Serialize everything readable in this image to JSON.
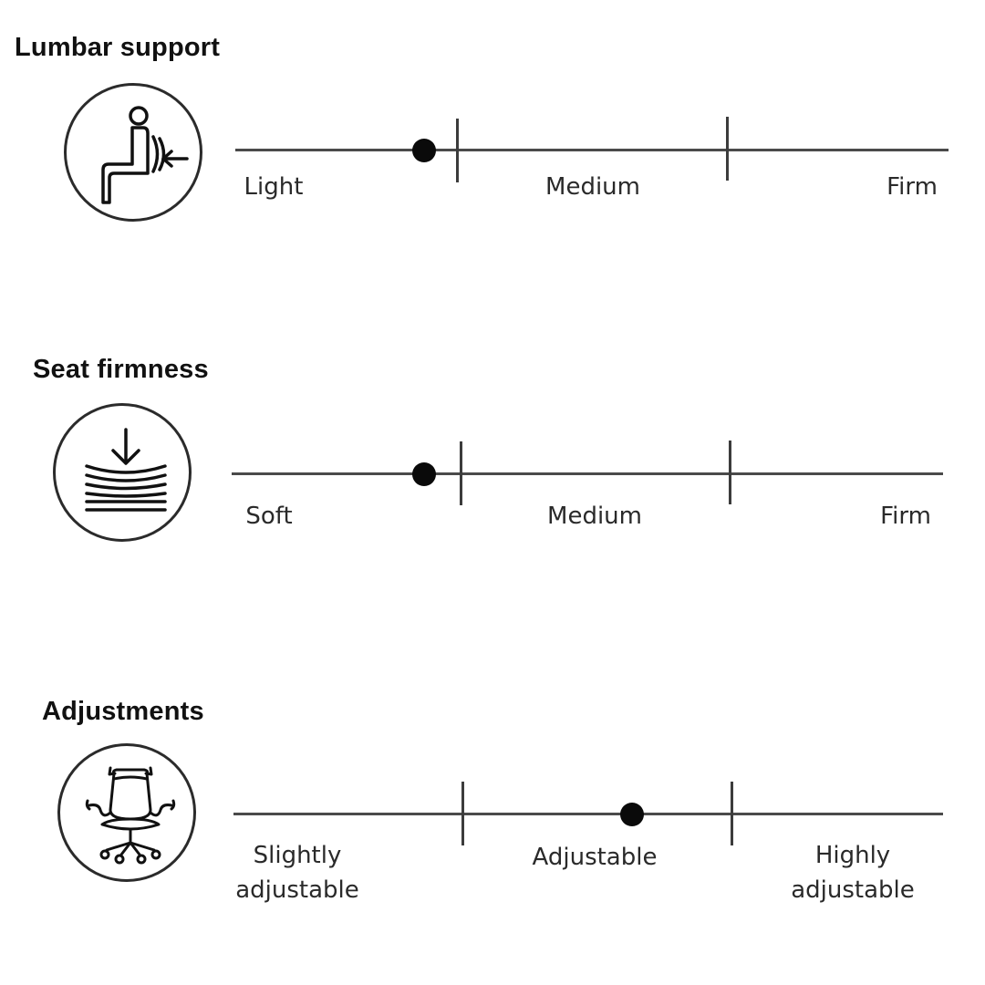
{
  "sections": [
    {
      "title": "Lumbar support",
      "icon": "lumbar-support-icon",
      "labels": [
        "Light",
        "Medium",
        "Firm"
      ],
      "level_segment": 1,
      "level_fraction_in_segment": 0.85
    },
    {
      "title": "Seat firmness",
      "icon": "seat-firmness-icon",
      "labels": [
        "Soft",
        "Medium",
        "Firm"
      ],
      "level_segment": 1,
      "level_fraction_in_segment": 0.84
    },
    {
      "title": "Adjustments",
      "icon": "office-chair-icon",
      "labels": [
        "Slightly adjustable",
        "Adjustable",
        "Highly adjustable"
      ],
      "level_segment": 2,
      "level_fraction_in_segment": 0.63
    }
  ],
  "colors": {
    "line": "#4a4a4a",
    "marker": "#0a0a0a",
    "text": "#2a2a2a",
    "title": "#111111"
  }
}
